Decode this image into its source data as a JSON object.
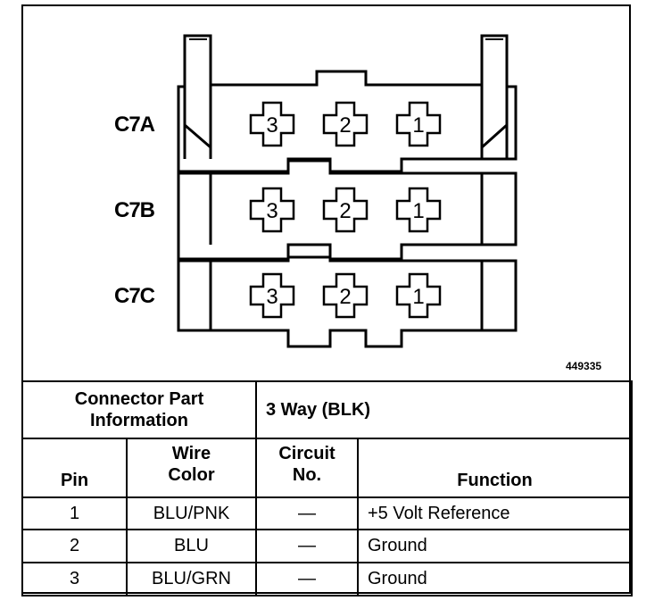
{
  "diagram": {
    "ref_number": "449335",
    "connectors": [
      {
        "label": "C7A",
        "pins": [
          "3",
          "2",
          "1"
        ]
      },
      {
        "label": "C7B",
        "pins": [
          "3",
          "2",
          "1"
        ]
      },
      {
        "label": "C7C",
        "pins": [
          "3",
          "2",
          "1"
        ]
      }
    ]
  },
  "info": {
    "part_info_label_line1": "Connector Part",
    "part_info_label_line2": "Information",
    "part_info_value": "3 Way (BLK)"
  },
  "table": {
    "headers": {
      "pin": "Pin",
      "wire_color_line1": "Wire",
      "wire_color_line2": "Color",
      "circuit_line1": "Circuit",
      "circuit_line2": "No.",
      "function": "Function"
    },
    "rows": [
      {
        "pin": "1",
        "wire_color": "BLU/PNK",
        "circuit": "—",
        "function": "+5 Volt Reference"
      },
      {
        "pin": "2",
        "wire_color": "BLU",
        "circuit": "—",
        "function": "Ground"
      },
      {
        "pin": "3",
        "wire_color": "BLU/GRN",
        "circuit": "—",
        "function": "Ground"
      }
    ]
  }
}
